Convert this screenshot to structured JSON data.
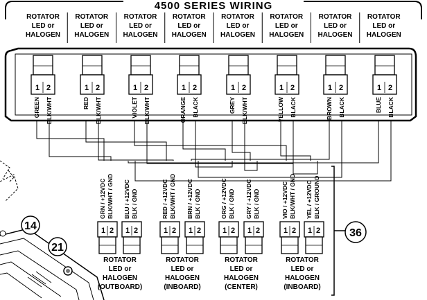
{
  "title": "4500 SERIES WIRING",
  "top_labels": [
    [
      "ROTATOR",
      "LED or",
      "HALOGEN"
    ],
    [
      "ROTATOR",
      "LED or",
      "HALOGEN"
    ],
    [
      "ROTATOR",
      "LED or",
      "HALOGEN"
    ],
    [
      "ROTATOR",
      "LED or",
      "HALOGEN"
    ],
    [
      "ROTATOR",
      "LED or",
      "HALOGEN"
    ],
    [
      "ROTATOR",
      "LED or",
      "HALOGEN"
    ],
    [
      "ROTATOR",
      "LED or",
      "HALOGEN"
    ],
    [
      "ROTATOR",
      "LED or",
      "HALOGEN"
    ]
  ],
  "top_connectors": [
    {
      "pin1": "1",
      "pin2": "2",
      "wire_left": "GREEN",
      "wire_right": "BLK/WHT"
    },
    {
      "pin1": "1",
      "pin2": "2",
      "wire_left": "RED",
      "wire_right": "BLK/WHT"
    },
    {
      "pin1": "1",
      "pin2": "2",
      "wire_left": "VIOLET",
      "wire_right": "BLK/WHT"
    },
    {
      "pin1": "1",
      "pin2": "2",
      "wire_left": "ORANGE",
      "wire_right": "BLACK"
    },
    {
      "pin1": "1",
      "pin2": "2",
      "wire_left": "GREY",
      "wire_right": "BLK/WHT"
    },
    {
      "pin1": "1",
      "pin2": "2",
      "wire_left": "YELLOW",
      "wire_right": "BLACK"
    },
    {
      "pin1": "1",
      "pin2": "2",
      "wire_left": "BROWN",
      "wire_right": "BLACK"
    },
    {
      "pin1": "1",
      "pin2": "2",
      "wire_left": "BLUE",
      "wire_right": "BLACK"
    }
  ],
  "bottom_connectors": [
    {
      "line1": "GRN / +12VDC",
      "line2": "BLK/WHT / GND",
      "pin1": "1",
      "pin2": "2"
    },
    {
      "line1": "BLU / +12VDC",
      "line2": "BLK / GND",
      "pin1": "1",
      "pin2": "2"
    },
    {
      "line1": "RED / +12VDC",
      "line2": "BLK/WHT / GND",
      "pin1": "1",
      "pin2": "2"
    },
    {
      "line1": "BRN / +12VDC",
      "line2": "BLK / GND",
      "pin1": "1",
      "pin2": "2"
    },
    {
      "line1": "ORG / +12VDC",
      "line2": "BLK / GND",
      "pin1": "1",
      "pin2": "2"
    },
    {
      "line1": "GRY / +12VDC",
      "line2": "BLK / GND",
      "pin1": "1",
      "pin2": "2"
    },
    {
      "line1": "VIO / +12VDC",
      "line2": "BLK/WHT / GND",
      "pin1": "1",
      "pin2": "2"
    },
    {
      "line1": "YEL / +12VDC",
      "line2": "BLK / GROUND",
      "pin1": "1",
      "pin2": "2"
    }
  ],
  "bottom_labels": [
    [
      "ROTATOR",
      "LED or",
      "HALOGEN",
      "(OUTBOARD)"
    ],
    [
      "ROTATOR",
      "LED or",
      "HALOGEN",
      "(INBOARD)"
    ],
    [
      "ROTATOR",
      "LED or",
      "HALOGEN",
      "(CENTER)"
    ],
    [
      "ROTATOR",
      "LED or",
      "HALOGEN",
      "(INBOARD)"
    ]
  ],
  "callouts": [
    "14",
    "21",
    "36"
  ]
}
